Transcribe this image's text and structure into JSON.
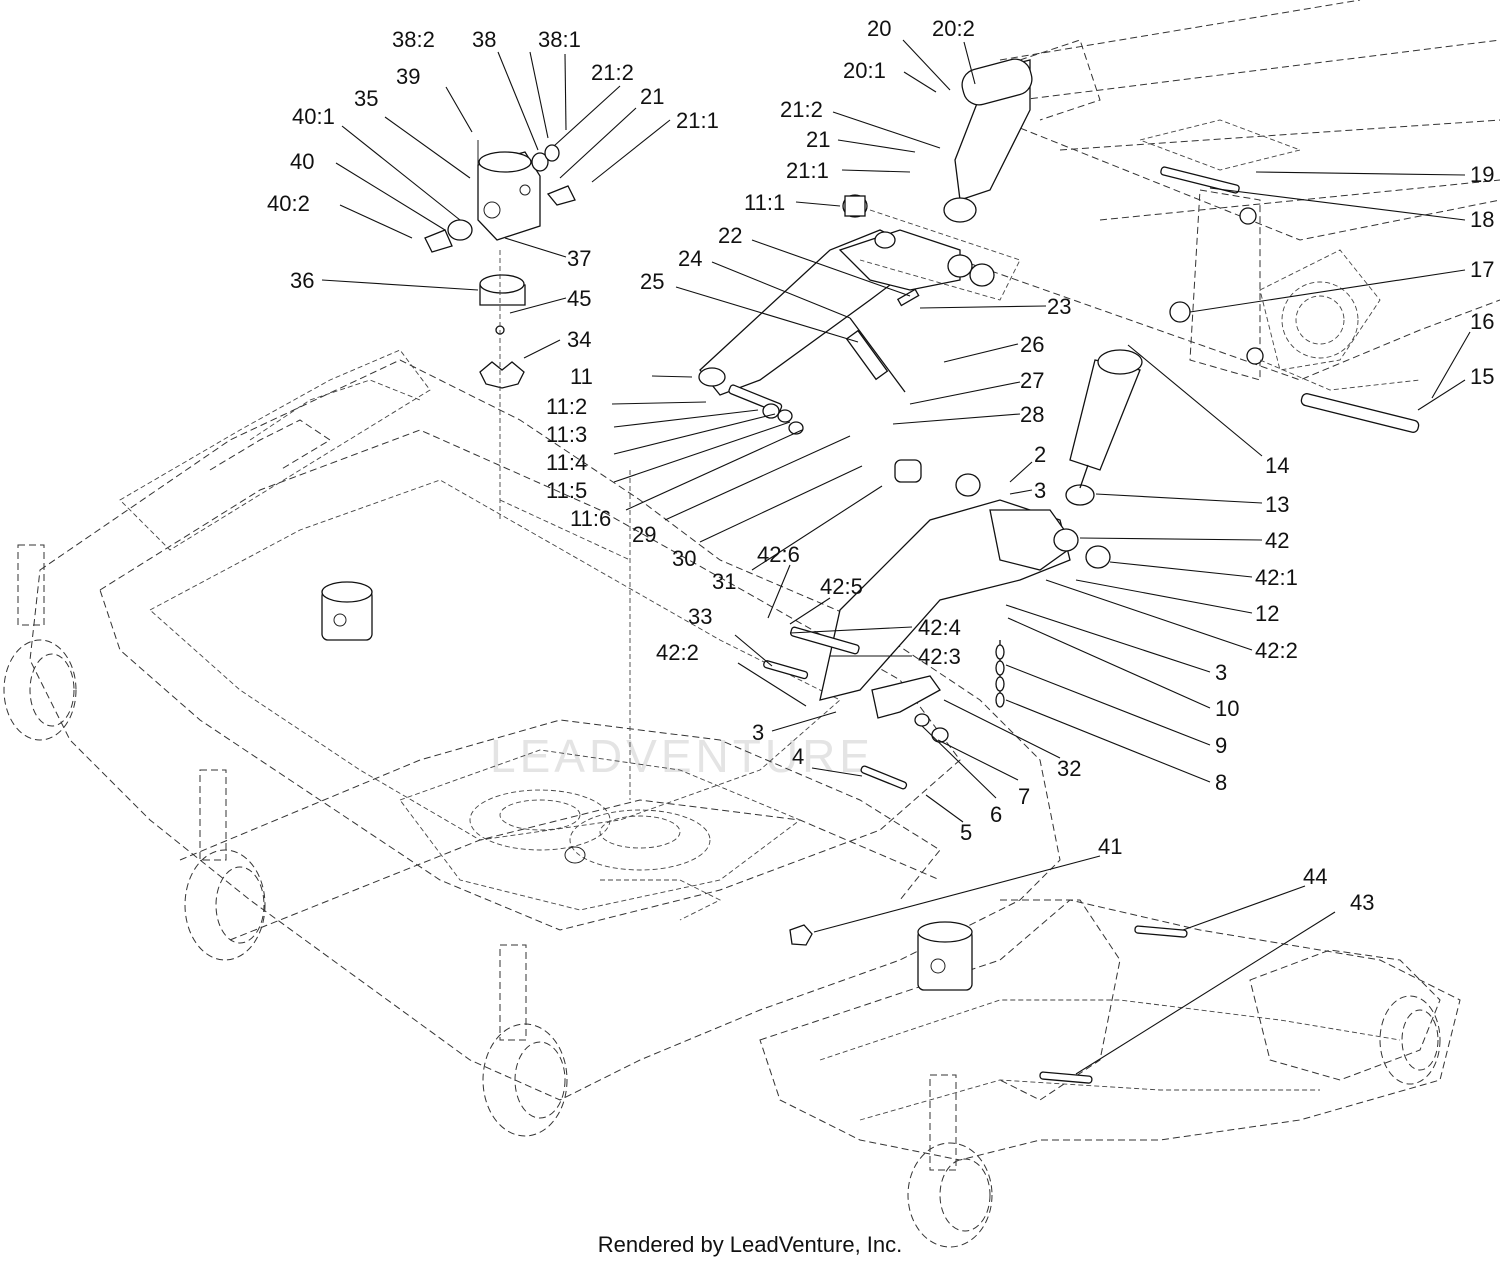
{
  "footer": "Rendered by LeadVenture, Inc.",
  "watermark": "LEADVENTURE",
  "callouts": [
    "38:2",
    "38",
    "38:1",
    "21:2",
    "21",
    "21:1",
    "39",
    "35",
    "40:1",
    "40",
    "40:2",
    "37",
    "36",
    "45",
    "34",
    "20",
    "20:2",
    "20:1",
    "21:2",
    "21",
    "21:1",
    "11:1",
    "22",
    "24",
    "25",
    "23",
    "19",
    "18",
    "17",
    "16",
    "15",
    "14",
    "26",
    "27",
    "28",
    "11",
    "11:2",
    "11:3",
    "11:4",
    "11:5",
    "11:6",
    "29",
    "30",
    "31",
    "2",
    "3",
    "13",
    "42",
    "42:1",
    "12",
    "42:2",
    "42:6",
    "42:5",
    "33",
    "42:4",
    "42:3",
    "42:2",
    "3",
    "10",
    "9",
    "8",
    "3",
    "4",
    "32",
    "7",
    "6",
    "5",
    "41",
    "44",
    "43"
  ]
}
